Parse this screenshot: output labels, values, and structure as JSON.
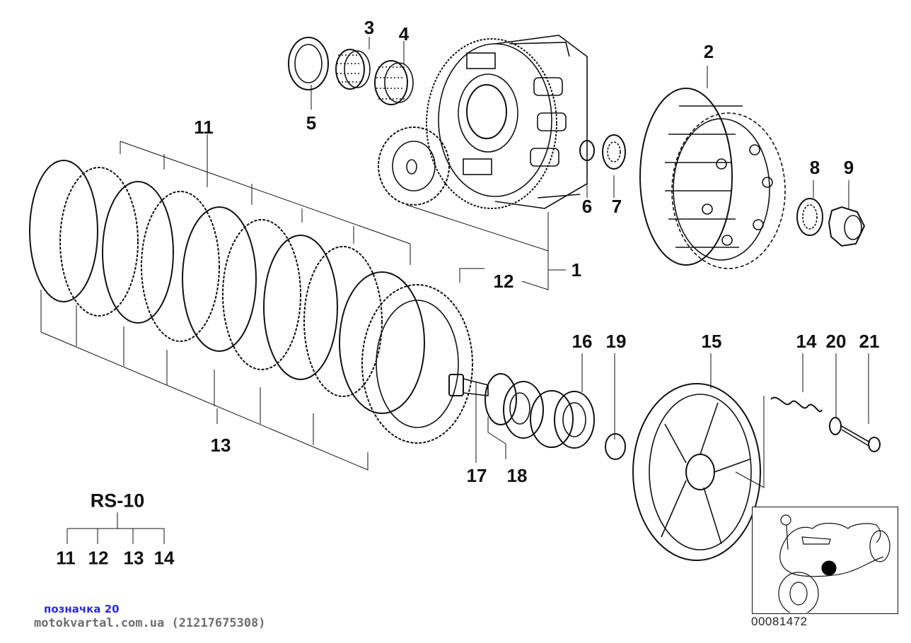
{
  "diagram": {
    "title": "Clutch assembly exploded parts diagram",
    "reference_number": "00081472",
    "callouts": [
      "1",
      "2",
      "3",
      "4",
      "5",
      "6",
      "7",
      "8",
      "9",
      "11",
      "12",
      "13",
      "14",
      "15",
      "16",
      "17",
      "18",
      "19",
      "20",
      "21"
    ],
    "parts_kit": {
      "title": "RS-10",
      "items": [
        "11",
        "12",
        "13",
        "14"
      ]
    },
    "locator_inset": {
      "icon": "motorcycle-locator-icon",
      "highlight": "clutch-position-dot",
      "highlight_color": "#000000"
    }
  },
  "watermark": {
    "label": "позначка 20",
    "site": "motokvartal.com.ua (21217675308)",
    "label_color": "#2a2ae6",
    "site_color": "#6e6e6e"
  }
}
